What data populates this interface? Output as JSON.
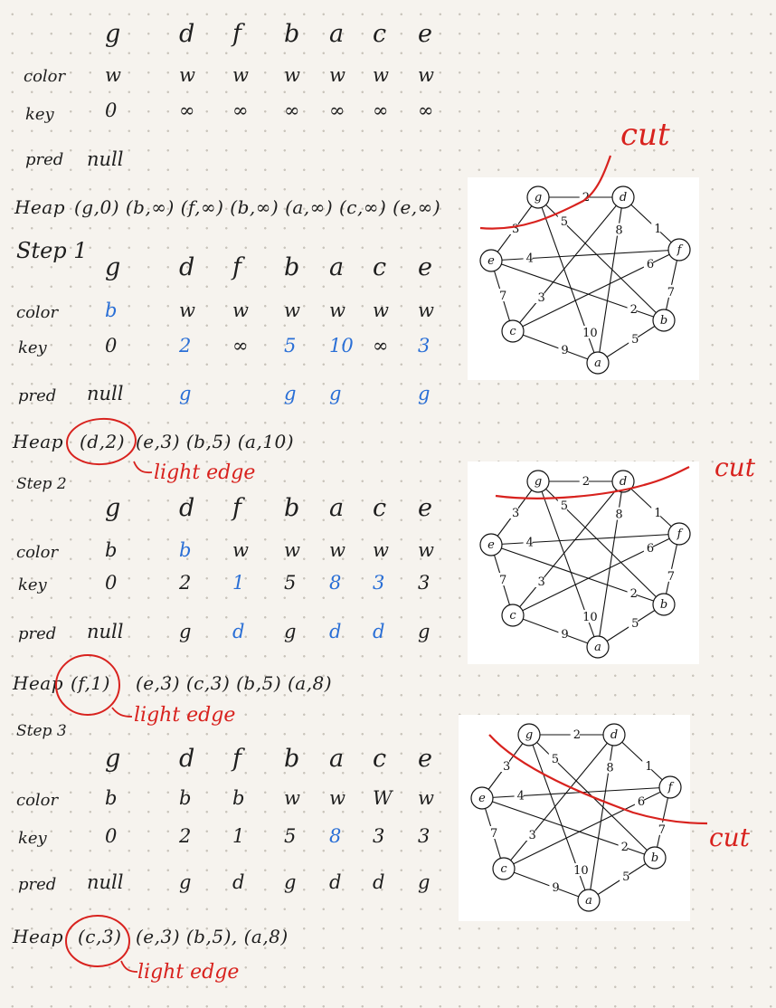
{
  "header_letters": [
    "g",
    "d",
    "f",
    "b",
    "a",
    "c",
    "e"
  ],
  "labels": {
    "color": "color",
    "key": "key",
    "pred": "pred",
    "heap": "Heap"
  },
  "initial": {
    "color": [
      "w",
      "w",
      "w",
      "w",
      "w",
      "w",
      "w"
    ],
    "key": [
      "0",
      "∞",
      "∞",
      "∞",
      "∞",
      "∞",
      "∞"
    ],
    "pred": [
      "null",
      "",
      "",
      "",
      "",
      "",
      ""
    ],
    "heap": "(g,0) (b,∞) (f,∞) (b,∞) (a,∞) (c,∞) (e,∞)"
  },
  "steps": [
    {
      "title": "Step 1",
      "color": [
        "b",
        "w",
        "w",
        "w",
        "w",
        "w",
        "w"
      ],
      "color_blue": [
        true,
        false,
        false,
        false,
        false,
        false,
        false
      ],
      "key": [
        "0",
        "2",
        "∞",
        "5",
        "10",
        "∞",
        "3"
      ],
      "key_blue": [
        false,
        true,
        false,
        true,
        true,
        false,
        true
      ],
      "pred": [
        "null",
        "g",
        "",
        "g",
        "g",
        "",
        "g"
      ],
      "pred_blue": [
        false,
        true,
        false,
        true,
        true,
        false,
        true
      ],
      "heap_first": "(d,2)",
      "heap_rest": "(e,3)  (b,5)  (a,10)",
      "note": "light edge"
    },
    {
      "title": "Step 2",
      "color": [
        "b",
        "b",
        "w",
        "w",
        "w",
        "w",
        "w"
      ],
      "color_blue": [
        false,
        true,
        false,
        false,
        false,
        false,
        false
      ],
      "key": [
        "0",
        "2",
        "1",
        "5",
        "8",
        "3",
        "3"
      ],
      "key_blue": [
        false,
        false,
        true,
        false,
        true,
        true,
        false
      ],
      "pred": [
        "null",
        "g",
        "d",
        "g",
        "d",
        "d",
        "g"
      ],
      "pred_blue": [
        false,
        false,
        true,
        false,
        true,
        true,
        false
      ],
      "heap_first": "(f,1)",
      "heap_rest": "(e,3)  (c,3)  (b,5)  (a,8)",
      "note": "light edge"
    },
    {
      "title": "Step 3",
      "color": [
        "b",
        "b",
        "b",
        "w",
        "w",
        "W",
        "w"
      ],
      "color_blue": [
        false,
        false,
        false,
        false,
        false,
        false,
        false
      ],
      "key": [
        "0",
        "2",
        "1",
        "5",
        "8",
        "3",
        "3"
      ],
      "key_blue": [
        false,
        false,
        false,
        false,
        true,
        false,
        false
      ],
      "pred": [
        "null",
        "g",
        "d",
        "g",
        "d",
        "d",
        "g"
      ],
      "pred_blue": [
        false,
        false,
        false,
        false,
        false,
        false,
        false
      ],
      "heap_first": "(c,3)",
      "heap_rest": "(e,3) (b,5), (a,8)",
      "note": "light edge"
    }
  ],
  "graph": {
    "nodes": [
      "g",
      "d",
      "f",
      "b",
      "a",
      "c",
      "e"
    ],
    "edges": [
      {
        "u": "g",
        "v": "d",
        "w": "2"
      },
      {
        "u": "d",
        "v": "f",
        "w": "1"
      },
      {
        "u": "f",
        "v": "b",
        "w": "7"
      },
      {
        "u": "b",
        "v": "a",
        "w": "5"
      },
      {
        "u": "a",
        "v": "c",
        "w": "9"
      },
      {
        "u": "c",
        "v": "e",
        "w": "7"
      },
      {
        "u": "e",
        "v": "g",
        "w": "3"
      },
      {
        "u": "g",
        "v": "b",
        "w": "5"
      },
      {
        "u": "g",
        "v": "a",
        "w": "10"
      },
      {
        "u": "d",
        "v": "a",
        "w": "8"
      },
      {
        "u": "d",
        "v": "c",
        "w": "3"
      },
      {
        "u": "e",
        "v": "f",
        "w": "4"
      },
      {
        "u": "e",
        "v": "b",
        "w": "2"
      },
      {
        "u": "f",
        "v": "c",
        "w": "6"
      }
    ]
  },
  "cut_label": "cut",
  "colors": {
    "ink": "#1e1e1e",
    "blue": "#2a6fd6",
    "red": "#d8221e",
    "paper": "#f6f3ee"
  }
}
